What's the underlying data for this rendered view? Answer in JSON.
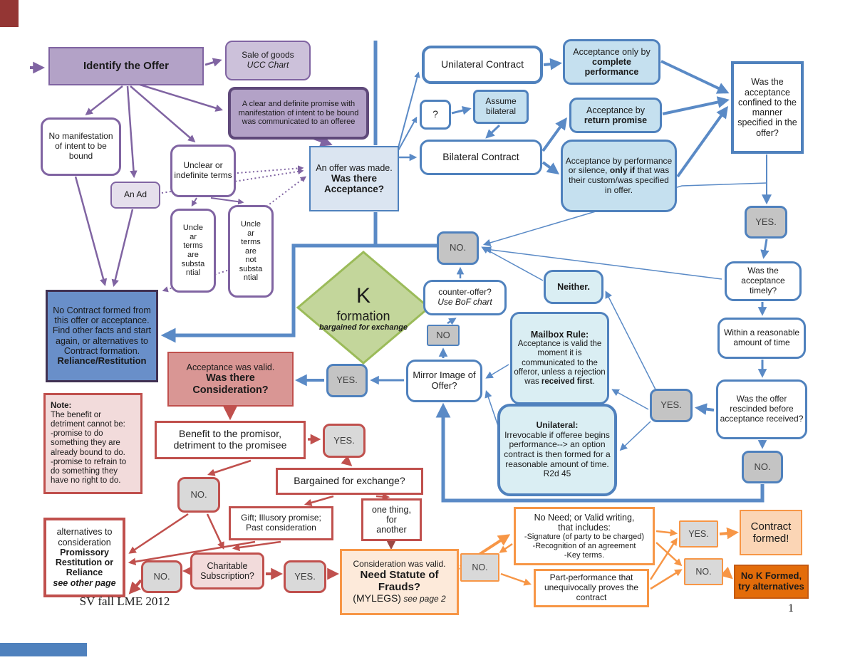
{
  "palette": {
    "purple": "#8064a2",
    "purple_fill": "#b3a2c7",
    "purple_light": "#ccc1da",
    "purple_dark_border": "#5f497a",
    "blue": "#4f81bd",
    "blue_arrow": "#5a8ac6",
    "blue_fill": "#c5e0ef",
    "blue_pale": "#daeef3",
    "steel_fill": "#dbe5f1",
    "navy_fill": "#698fc9",
    "navy_border": "#403152",
    "green_fill": "#c3d69b",
    "green_border": "#9bbb59",
    "gray_badge": "#c4c4c4",
    "red": "#c0504d",
    "salmon": "#d99694",
    "pink": "#f2dbdb",
    "dark_red_arrow": "#9c4843",
    "orange": "#f79646",
    "orange_light": "#fdeada",
    "orange_mid": "#fbd5b5",
    "orange_dark": "#e36c0a"
  },
  "offer": {
    "identify": "Identify the Offer",
    "sale_l1": "Sale of goods",
    "sale_l2": "UCC Chart",
    "promise": "A clear and definite promise with manifestation of intent to be bound was communicated to an offeree",
    "no_manifestation": "No manifestation of intent to be bound",
    "ad": "An Ad",
    "unclear": "Unclear or indefinite terms",
    "unclear_substantial": "Uncle\nar\nterms\nare\nsubsta\nntial",
    "unclear_not_substantial": "Uncle\nar\nterms\nare\nnot\nsubsta\nntial",
    "no_contract_body": "No Contract formed from this offer or acceptance. Find other facts and start again, or alternatives to Contract formation.",
    "no_contract_bold": "Reliance/Restitution"
  },
  "acceptance": {
    "offer_made_l1": "An offer was made.",
    "offer_made_l2": "Was there Acceptance?",
    "unilateral": "Unilateral Contract",
    "question": "?",
    "assume": "Assume bilateral",
    "bilateral": "Bilateral Contract",
    "complete_pre": "Acceptance only by ",
    "complete_bold": "complete performance",
    "return_pre": "Acceptance by ",
    "return_bold": "return promise",
    "silence_pre": "Acceptance by performance or silence, ",
    "silence_bold": "only if ",
    "silence_post": "that was their custom/was specified in offer.",
    "confined": "Was the acceptance confined to the manner specified in the offer?",
    "yes_confined": "YES.",
    "timely": "Was the acceptance timely?",
    "within": "Within a reasonable amount of time",
    "rescinded": "Was the offer rescinded before acceptance received?",
    "no_rescinded": "NO.",
    "yes_rescinded": "YES.",
    "no_acceptance": "NO.",
    "counter_l1": "counter-offer?",
    "counter_l2": "Use BoF chart",
    "no_mirror": "NO",
    "mirror": "Mirror Image of Offer?",
    "neither": "Neither.",
    "mailbox_title": "Mailbox Rule:",
    "mailbox_body": "Acceptance is valid the moment it is communicated to the offeror, unless a rejection was ",
    "mailbox_bold": "received first",
    "mailbox_period": ".",
    "unilateral_note_title": "Unilateral:",
    "unilateral_note_body": "Irrevocable if offeree begins performance--> an option contract is then formed for a reasonable amount of time. R2d 45",
    "yes_mirror": "YES."
  },
  "k_diamond": {
    "k": "K",
    "formation": "formation",
    "sub": "bargained for exchange"
  },
  "consideration": {
    "valid_l1": "Acceptance was valid.",
    "valid_l2": "Was there Consideration?",
    "benefit": "Benefit to the promisor, detriment to the promisee",
    "yes_benefit": "YES.",
    "bargained": "Bargained for exchange?",
    "no_benefit": "NO.",
    "gift": "Gift; Illusory promise; Past consideration",
    "one_thing": "one thing,\nfor\nanother",
    "note_title": "Note:",
    "note_body": "The benefit or detriment cannot be:\n-promise to do something they are already bound to do.\n-promise to refrain to do something they have no right to do.",
    "alt_l1": "alternatives to consideration",
    "alt_bold": "Promissory Restitution or Reliance",
    "alt_italic": "see other page",
    "no_alt": "NO.",
    "charitable": "Charitable Subscription?",
    "yes_charitable": "YES."
  },
  "sof": {
    "need_l1": "Consideration was valid.",
    "need_bold": "Need Statute of Frauds?",
    "need_pre": "(MYLEGS)",
    "need_italic": " see page 2",
    "no_need_top": "No Need; or Valid writing,\nthat includes:",
    "no_need_items": "-Signature (of party to be charged)\n-Recognition of an agreement\n-Key terms.",
    "part_perf": "Part-performance that unequivocally proves the contract",
    "yes": "YES.",
    "no_small": "NO.",
    "no_right": "NO.",
    "formed": "Contract formed!",
    "no_k": "No K Formed,\ntry alternatives"
  },
  "footer": {
    "credit": "SV fall LME 2012",
    "page": "1"
  }
}
